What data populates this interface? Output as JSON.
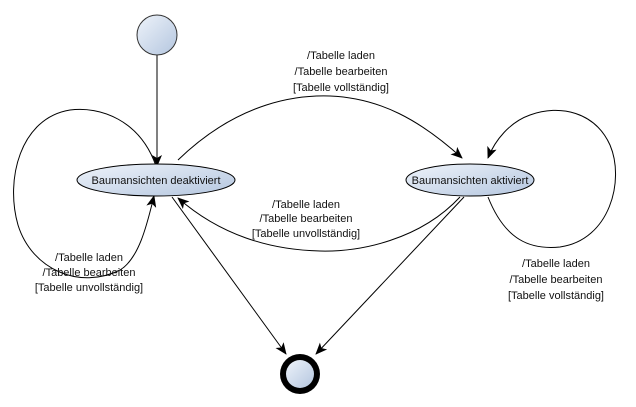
{
  "diagram": {
    "type": "UML state machine",
    "colors": {
      "state_fill_start": "#eaf0f8",
      "state_fill_end": "#b8c8e0",
      "stroke": "#000000",
      "background": "#ffffff"
    },
    "initial_state": {
      "name": "initial"
    },
    "final_state": {
      "name": "final"
    },
    "states": [
      {
        "id": "deaktiviert",
        "label": "Baumansichten deaktiviert"
      },
      {
        "id": "aktiviert",
        "label": "Baumansichten aktiviert"
      }
    ],
    "transitions": [
      {
        "id": "deaktiviert-to-aktiviert",
        "from": "deaktiviert",
        "to": "aktiviert",
        "lines": [
          "/Tabelle laden",
          "/Tabelle bearbeiten",
          "[Tabelle vollständig]"
        ]
      },
      {
        "id": "aktiviert-to-deaktiviert",
        "from": "aktiviert",
        "to": "deaktiviert",
        "lines": [
          "/Tabelle laden",
          "/Tabelle bearbeiten",
          "[Tabelle unvollständig]"
        ]
      },
      {
        "id": "deaktiviert-self",
        "from": "deaktiviert",
        "to": "deaktiviert",
        "lines": [
          "/Tabelle laden",
          "/Tabelle bearbeiten",
          "[Tabelle unvollständig]"
        ]
      },
      {
        "id": "aktiviert-self",
        "from": "aktiviert",
        "to": "aktiviert",
        "lines": [
          "/Tabelle laden",
          "/Tabelle bearbeiten",
          "[Tabelle vollständig]"
        ]
      },
      {
        "id": "initial-to-deaktiviert",
        "from": "initial",
        "to": "deaktiviert",
        "lines": []
      },
      {
        "id": "deaktiviert-to-final",
        "from": "deaktiviert",
        "to": "final",
        "lines": []
      },
      {
        "id": "aktiviert-to-final",
        "from": "aktiviert",
        "to": "final",
        "lines": []
      }
    ]
  }
}
